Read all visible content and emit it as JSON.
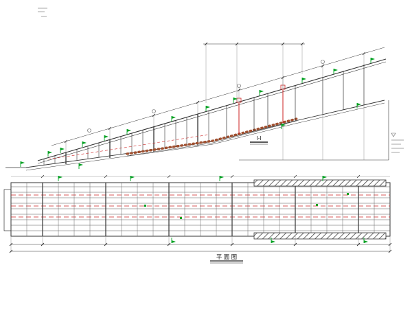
{
  "labels": {
    "section": "I-I",
    "plan_title": "平 面 图"
  },
  "colors": {
    "line": "#333333",
    "red": "#cc2222",
    "green": "#00a020",
    "riprap": "#a05030",
    "hatch": "#444444"
  },
  "views": {
    "top": "elevation-view",
    "bottom": "plan-view"
  }
}
